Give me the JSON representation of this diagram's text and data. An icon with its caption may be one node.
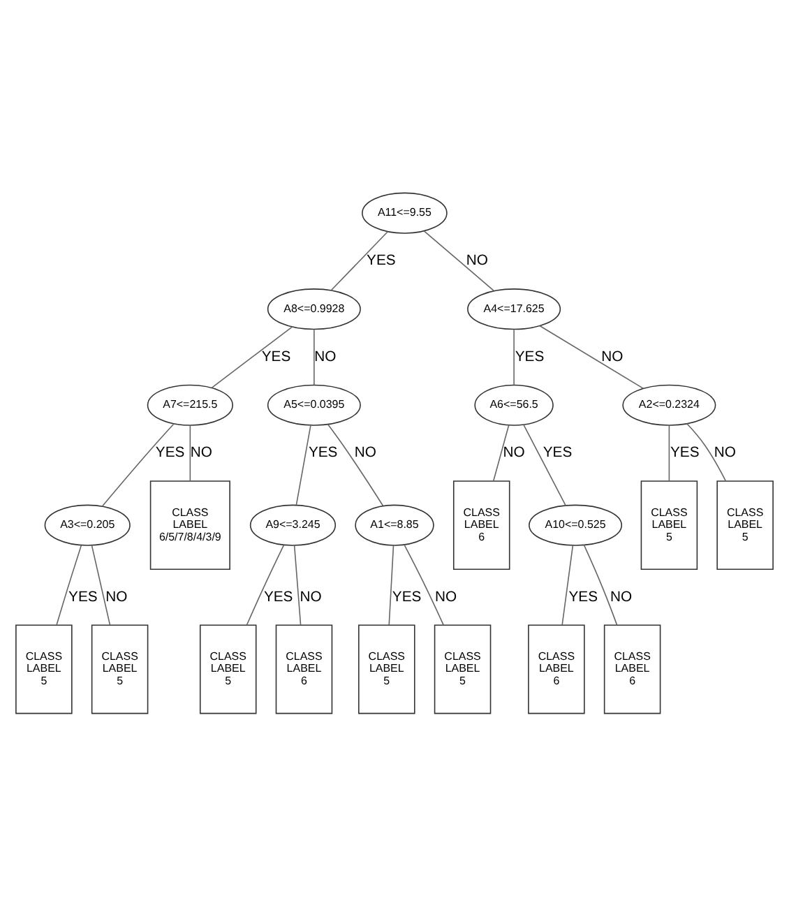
{
  "diagram": {
    "nodes": [
      {
        "text": [
          "A11<=9.55"
        ]
      },
      {
        "text": [
          "A8<=0.9928"
        ]
      },
      {
        "text": [
          "A4<=17.625"
        ]
      },
      {
        "text": [
          "A7<=215.5"
        ]
      },
      {
        "text": [
          "A5<=0.0395"
        ]
      },
      {
        "text": [
          "A6<=56.5"
        ]
      },
      {
        "text": [
          "CLASS LABEL 6"
        ]
      },
      {
        "text": [
          "A2<=0.2324"
        ]
      },
      {
        "text": [
          "A3<=0.205"
        ]
      },
      {
        "text": [
          "CLASS LABEL 6/5/7/8/4/3/9"
        ]
      },
      {
        "text": [
          "A9<=3.245"
        ]
      },
      {
        "text": [
          "A1<=8.85"
        ]
      },
      {
        "text": [
          "A10<=0.525"
        ]
      },
      {
        "text": [
          "CLASS LABEL 5"
        ]
      },
      {
        "text": [
          "CLASS LABEL 5"
        ]
      },
      {
        "text": [
          "CLASS LABEL 5"
        ]
      },
      {
        "text": [
          "CLASS LABEL 6"
        ]
      },
      {
        "text": [
          "CLASS LABEL 5"
        ]
      },
      {
        "text": [
          "CLASS LABEL 5"
        ]
      },
      {
        "text": [
          "CLASS LABEL 6"
        ]
      },
      {
        "text": [
          "CLASS LABEL 6"
        ]
      },
      {
        "text": [
          "CLASS LABEL 5"
        ]
      },
      {
        "text": [
          "CLASS LABEL 5"
        ]
      }
    ],
    "edges": [
      {
        "from": 0,
        "to": 1,
        "arrow": "none",
        "label": "YES"
      },
      {
        "from": 0,
        "to": 2,
        "arrow": "none",
        "label": "NO"
      },
      {
        "from": 1,
        "to": 3,
        "arrow": "none",
        "label": "YES"
      },
      {
        "from": 1,
        "to": 4,
        "arrow": "none",
        "label": "NO"
      },
      {
        "from": 2,
        "to": 5,
        "arrow": "none",
        "label": "YES"
      },
      {
        "from": 2,
        "to": 7,
        "arrow": "none",
        "label": "NO"
      },
      {
        "from": 5,
        "to": 12,
        "arrow": "none",
        "label": "YES"
      },
      {
        "from": 5,
        "to": 6,
        "arrow": "none",
        "label": "NO"
      },
      {
        "from": 3,
        "to": 8,
        "arrow": "none",
        "label": "YES"
      },
      {
        "from": 3,
        "to": 9,
        "arrow": "none",
        "label": "NO"
      },
      {
        "from": 4,
        "to": 10,
        "arrow": "none",
        "label": "YES"
      },
      {
        "from": 4,
        "to": 11,
        "arrow": "none",
        "label": "NO"
      },
      {
        "from": 8,
        "to": 13,
        "arrow": "none",
        "label": "YES"
      },
      {
        "from": 8,
        "to": 14,
        "arrow": "none",
        "label": "NO"
      },
      {
        "from": 10,
        "to": 15,
        "arrow": "none",
        "label": "YES"
      },
      {
        "from": 10,
        "to": 16,
        "arrow": "none",
        "label": "NO"
      },
      {
        "from": 11,
        "to": 17,
        "arrow": "none",
        "label": "YES"
      },
      {
        "from": 11,
        "to": 18,
        "arrow": "none",
        "label": "NO"
      },
      {
        "from": 12,
        "to": 19,
        "arrow": "none",
        "label": "YES"
      },
      {
        "from": 12,
        "to": 20,
        "arrow": "none",
        "label": "NO"
      },
      {
        "from": 7,
        "to": 21,
        "arrow": "none",
        "label": "YES"
      },
      {
        "from": 7,
        "to": 22,
        "arrow": "none",
        "label": "NO"
      }
    ]
  }
}
